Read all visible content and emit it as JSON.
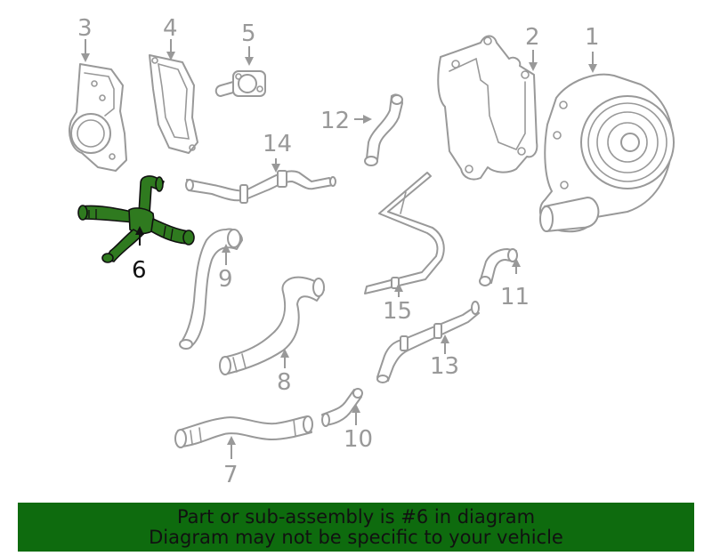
{
  "parts": [
    {
      "id": "1",
      "label": "1"
    },
    {
      "id": "2",
      "label": "2"
    },
    {
      "id": "3",
      "label": "3"
    },
    {
      "id": "4",
      "label": "4"
    },
    {
      "id": "5",
      "label": "5"
    },
    {
      "id": "6",
      "label": "6",
      "highlighted": true
    },
    {
      "id": "7",
      "label": "7"
    },
    {
      "id": "8",
      "label": "8"
    },
    {
      "id": "9",
      "label": "9"
    },
    {
      "id": "10",
      "label": "10"
    },
    {
      "id": "11",
      "label": "11"
    },
    {
      "id": "12",
      "label": "12"
    },
    {
      "id": "13",
      "label": "13"
    },
    {
      "id": "14",
      "label": "14"
    },
    {
      "id": "15",
      "label": "15"
    }
  ],
  "colors": {
    "highlight": "#2f7a1f",
    "banner": "#0e6b0e",
    "part_stroke": "#999999"
  },
  "banner": {
    "line1": "Part or sub-assembly is #6 in diagram",
    "line2": "Diagram may not be specific to your vehicle"
  }
}
